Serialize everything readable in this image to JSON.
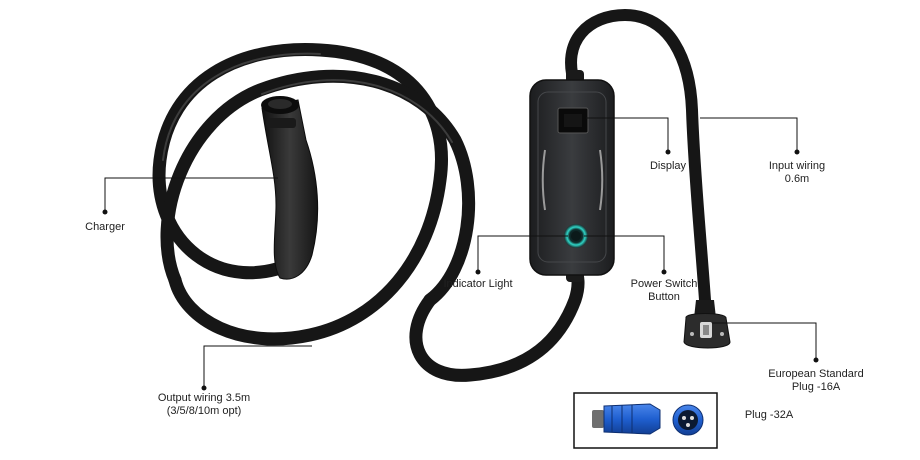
{
  "labels": {
    "display": "Display",
    "input_wiring": [
      "Input wiring",
      "0.6m"
    ],
    "charger": "Charger",
    "indicator_light": "Indicator Light",
    "power_switch": [
      "Power Switch",
      "Button"
    ],
    "european_plug": [
      "European Standard",
      "Plug -16A"
    ],
    "output_wiring": [
      "Output wiring 3.5m",
      "(3/5/8/10m opt)"
    ],
    "plug_32a": "Plug -32A"
  },
  "colors": {
    "cable": "#161616",
    "housing": "#2a2c2e",
    "indicator_glow": "#2fd6c8",
    "industrial_plug": "#1f5fd0",
    "leader_line": "#111111"
  },
  "icons": [
    "charger-connector-icon",
    "control-box-icon",
    "schuko-plug-icon",
    "industrial-plug-icon"
  ]
}
